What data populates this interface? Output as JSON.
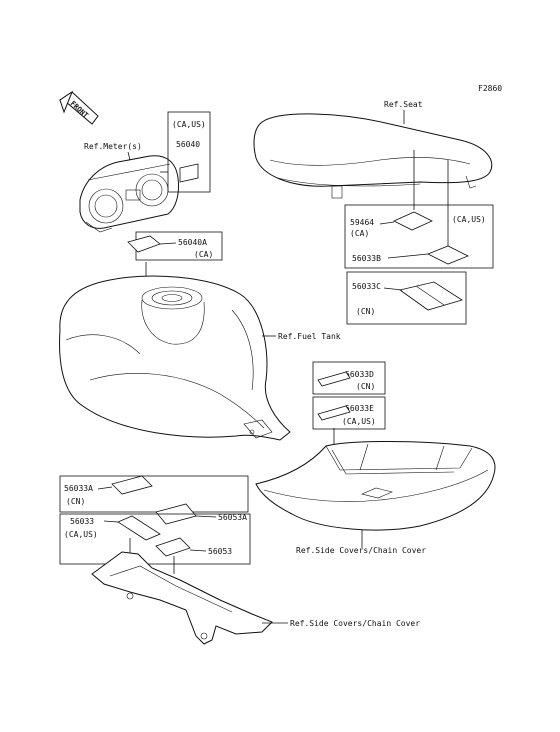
{
  "figure_id": "F2860",
  "front_label": "FRONT",
  "refs": {
    "meter": "Ref.Meter(s)",
    "seat": "Ref.Seat",
    "fuel_tank": "Ref.Fuel Tank",
    "side_covers_1": "Ref.Side Covers/Chain Cover",
    "side_covers_2": "Ref.Side Covers/Chain Cover"
  },
  "parts": {
    "p56040": {
      "region": "(CA,US)",
      "number": "56040"
    },
    "p56040A": {
      "number": "56040A",
      "region": "(CA)"
    },
    "p59464": {
      "number": "59464",
      "region": "(CA)"
    },
    "p56033B": {
      "number": "56033B",
      "region": "(CA,US)"
    },
    "p56033C": {
      "number": "56033C",
      "region": "(CN)"
    },
    "p56033D": {
      "number": "56033D",
      "region": "(CN)"
    },
    "p56033E": {
      "number": "56033E",
      "region": "(CA,US)"
    },
    "p56033A": {
      "number": "56033A",
      "region": "(CN)"
    },
    "p56053A": {
      "number": "56053A"
    },
    "p56033": {
      "number": "56033",
      "region": "(CA,US)"
    },
    "p56053": {
      "number": "56053"
    }
  }
}
